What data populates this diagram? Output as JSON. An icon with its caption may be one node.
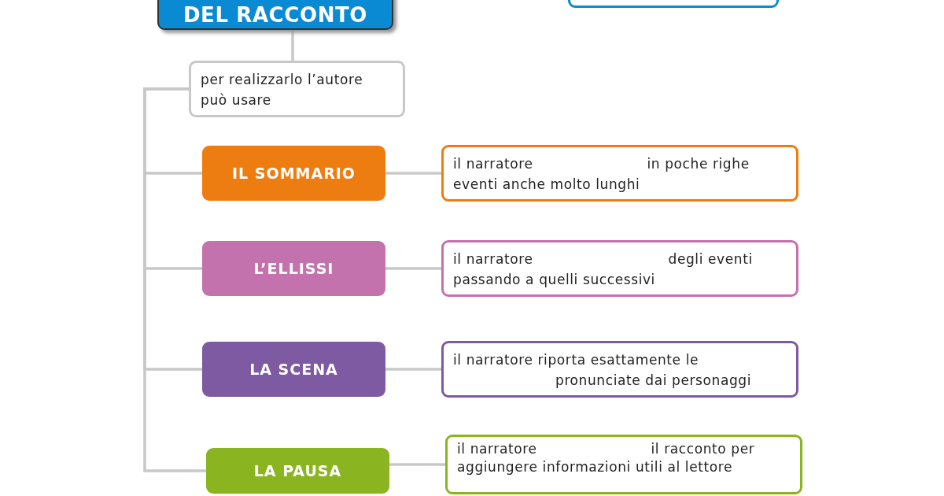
{
  "diagram": {
    "nodes": [
      {
        "text": [
          "DEL RACCONTO"
        ]
      },
      {
        "text": [],
        "shape": "box"
      },
      {
        "text": [
          "per realizzarlo l’autore può usare"
        ]
      },
      {
        "text": [
          "IL SOMMARIO"
        ]
      },
      {
        "text": [
          "il narratore",
          "in poche righe eventi anche molto lunghi"
        ]
      },
      {
        "text": [
          "L’ELLISSI"
        ]
      },
      {
        "text": [
          "il narratore",
          "degli eventi passando a quelli successivi"
        ]
      },
      {
        "text": [
          "LA SCENA"
        ]
      },
      {
        "text": [
          "il narratore riporta esattamente le",
          "pronunciate dai personaggi"
        ]
      },
      {
        "text": [
          "LA PAUSA"
        ]
      },
      {
        "text": [
          "il narratore",
          "il racconto per aggiungere informazioni utili al lettore"
        ]
      }
    ],
    "edges": [
      {
        "from": 0,
        "to": 2,
        "arrow": "none"
      },
      {
        "from": 2,
        "to": 3,
        "arrow": "none"
      },
      {
        "from": 2,
        "to": 5,
        "arrow": "none"
      },
      {
        "from": 2,
        "to": 7,
        "arrow": "none"
      },
      {
        "from": 2,
        "to": 9,
        "arrow": "none"
      },
      {
        "from": 3,
        "to": 4,
        "arrow": "none"
      },
      {
        "from": 5,
        "to": 6,
        "arrow": "none"
      },
      {
        "from": 7,
        "to": 8,
        "arrow": "none"
      },
      {
        "from": 9,
        "to": 10,
        "arrow": "none"
      }
    ]
  }
}
